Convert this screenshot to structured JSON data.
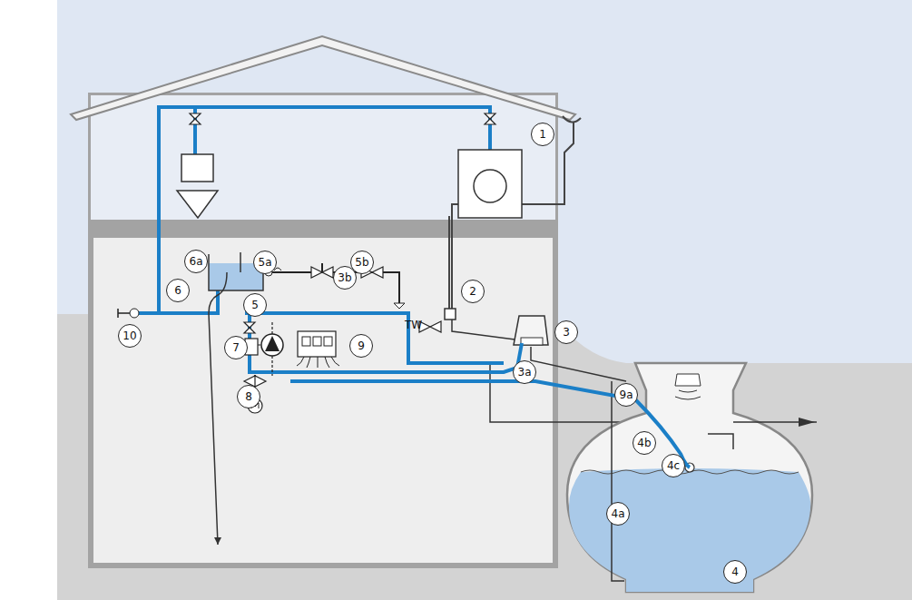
{
  "diagram": {
    "nodes": [
      {
        "text": [
          "1"
        ]
      },
      {
        "text": [
          "2"
        ]
      },
      {
        "text": [
          "3"
        ]
      },
      {
        "text": [
          "3a"
        ]
      },
      {
        "text": [
          "3b"
        ]
      },
      {
        "text": [
          "4"
        ]
      },
      {
        "text": [
          "4a"
        ]
      },
      {
        "text": [
          "4b"
        ]
      },
      {
        "text": [
          "4c"
        ]
      },
      {
        "text": [
          "5"
        ]
      },
      {
        "text": [
          "5a"
        ]
      },
      {
        "text": [
          "5b"
        ]
      },
      {
        "text": [
          "6"
        ]
      },
      {
        "text": [
          "6a"
        ]
      },
      {
        "text": [
          "7"
        ]
      },
      {
        "text": [
          "8"
        ]
      },
      {
        "text": [
          "9"
        ]
      },
      {
        "text": [
          "9a"
        ]
      },
      {
        "text": [
          "10"
        ]
      }
    ],
    "labels": [
      "TW"
    ]
  }
}
